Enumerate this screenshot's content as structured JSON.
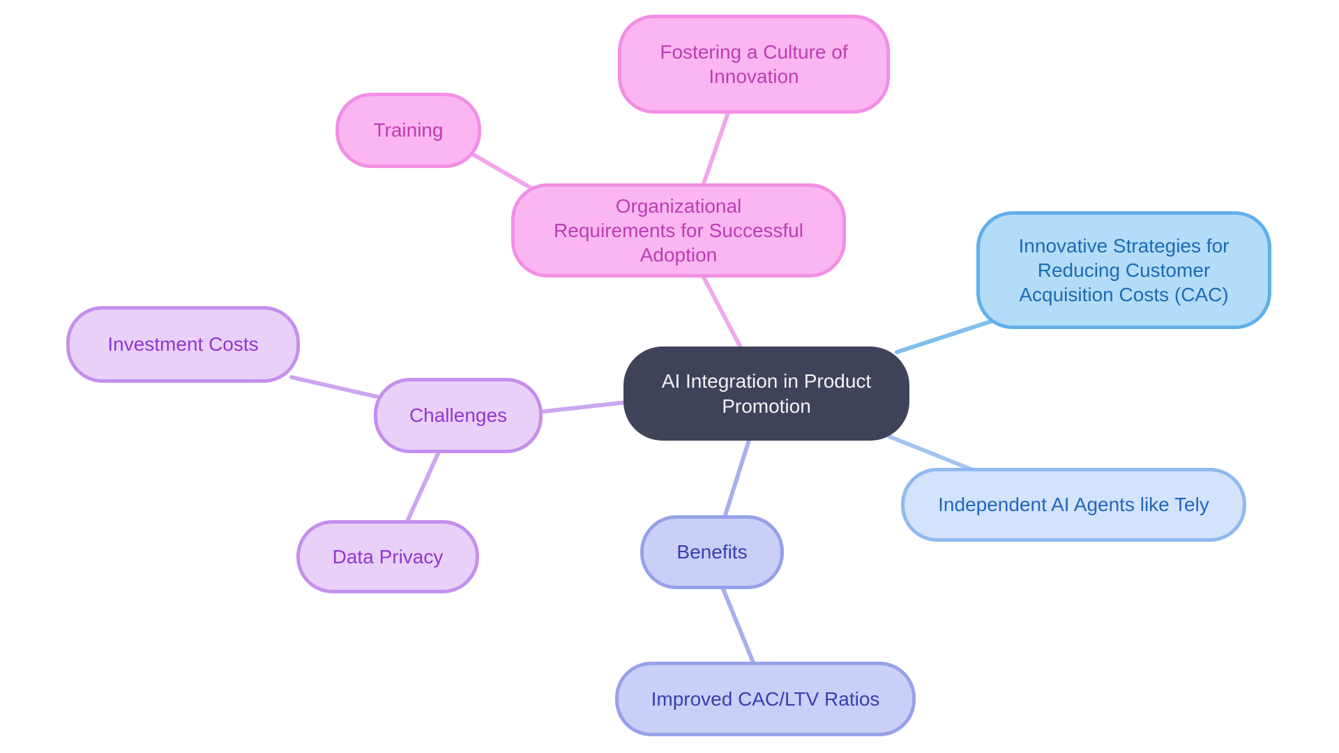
{
  "mindmap": {
    "root": {
      "label": "AI Integration in Product Promotion"
    },
    "branches": [
      {
        "label": "Organizational Requirements for Successful Adoption",
        "color": "pink",
        "children": [
          {
            "label": "Training"
          },
          {
            "label": "Fostering a Culture of Innovation"
          }
        ]
      },
      {
        "label": "Challenges",
        "color": "purple",
        "children": [
          {
            "label": "Investment Costs"
          },
          {
            "label": "Data Privacy"
          }
        ]
      },
      {
        "label": "Innovative Strategies for Reducing Customer Acquisition Costs (CAC)",
        "color": "blue",
        "children": []
      },
      {
        "label": "Independent AI Agents like Tely",
        "color": "lightblue",
        "children": []
      },
      {
        "label": "Benefits",
        "color": "periwinkle",
        "children": [
          {
            "label": "Improved CAC/LTV Ratios"
          }
        ]
      }
    ],
    "edges": [
      {
        "from": "Organizational Requirements for Successful Adoption",
        "to": "Training"
      },
      {
        "from": "Organizational Requirements for Successful Adoption",
        "to": "Fostering a Culture of Innovation"
      },
      {
        "from": "AI Integration in Product Promotion",
        "to": "Organizational Requirements for Successful Adoption"
      },
      {
        "from": "AI Integration in Product Promotion",
        "to": "Challenges"
      },
      {
        "from": "Challenges",
        "to": "Investment Costs"
      },
      {
        "from": "Challenges",
        "to": "Data Privacy"
      },
      {
        "from": "AI Integration in Product Promotion",
        "to": "Innovative Strategies for Reducing Customer Acquisition Costs (CAC)"
      },
      {
        "from": "AI Integration in Product Promotion",
        "to": "Independent AI Agents like Tely"
      },
      {
        "from": "AI Integration in Product Promotion",
        "to": "Benefits"
      },
      {
        "from": "Benefits",
        "to": "Improved CAC/LTV Ratios"
      }
    ]
  },
  "colors": {
    "background": "#FFFFFF",
    "center_fill": "#3F4359",
    "center_text": "#F4F4F7",
    "pink_fill": "#FBB6F1",
    "pink_border": "#F18FE4",
    "pink_text": "#BE3BB3",
    "pink_edge": "#F2A6EB",
    "purple_fill": "#E9D0F8",
    "purple_border": "#C48FEC",
    "purple_text": "#9137CE",
    "purple_edge": "#CCA6F0",
    "blue_fill": "#B3DCF8",
    "blue_border": "#60AFE9",
    "blue_text": "#1B6BB5",
    "blue_edge": "#7FBFEE",
    "lightblue_fill": "#D3E3FB",
    "lightblue_border": "#8FB9F0",
    "lightblue_text": "#2166BE",
    "lightblue_edge": "#A3C4F1",
    "periwinkle_fill": "#CACFF7",
    "periwinkle_border": "#97A1E9",
    "periwinkle_text": "#383FAD",
    "periwinkle_edge": "#A7AFEF"
  }
}
